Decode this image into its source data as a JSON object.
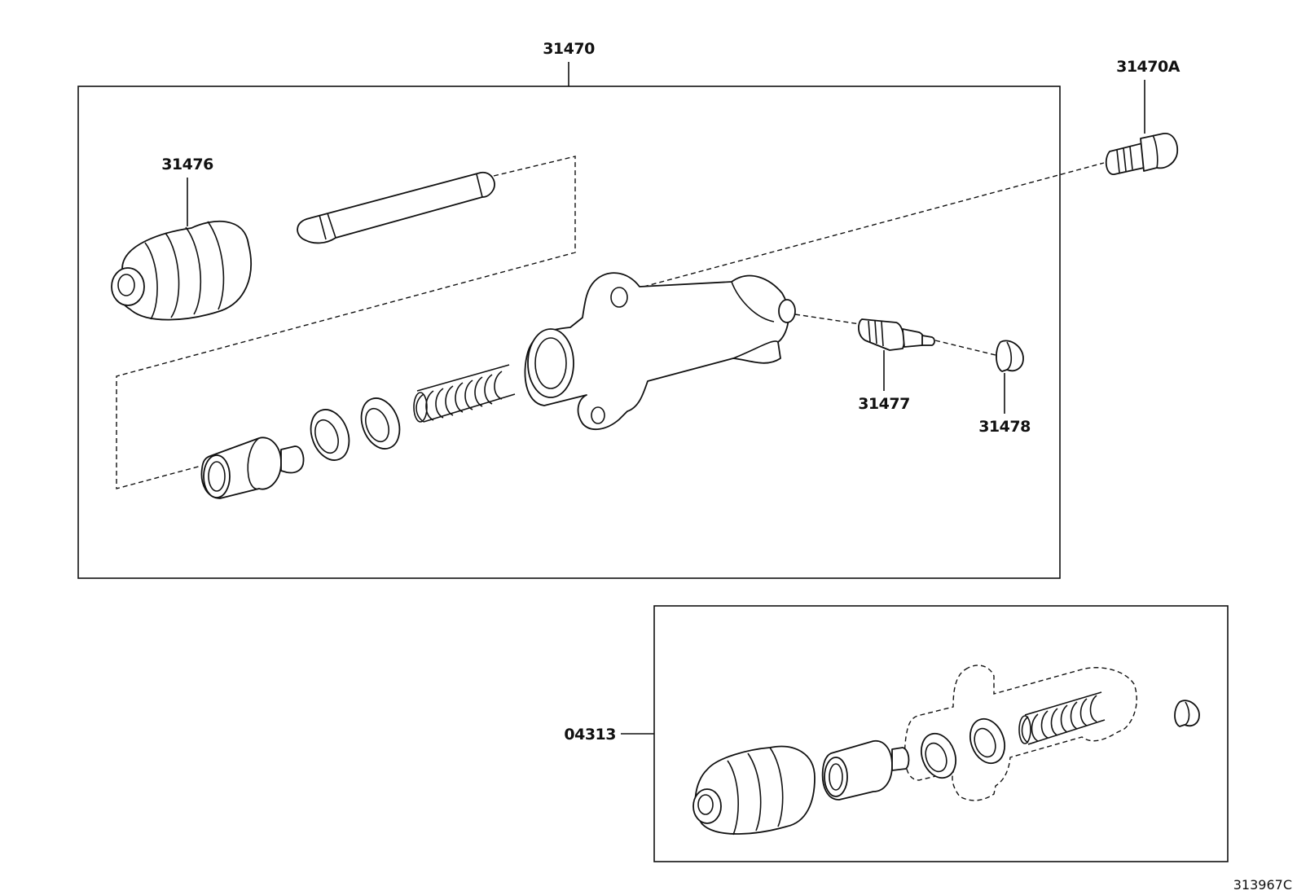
{
  "diagram": {
    "callouts": {
      "assembly_top": "31470",
      "bolt": "31470A",
      "boot": "31476",
      "bleeder_plug": "31477",
      "bleeder_cap": "31478",
      "repair_kit": "04313"
    },
    "illustration_number": "313967C"
  }
}
